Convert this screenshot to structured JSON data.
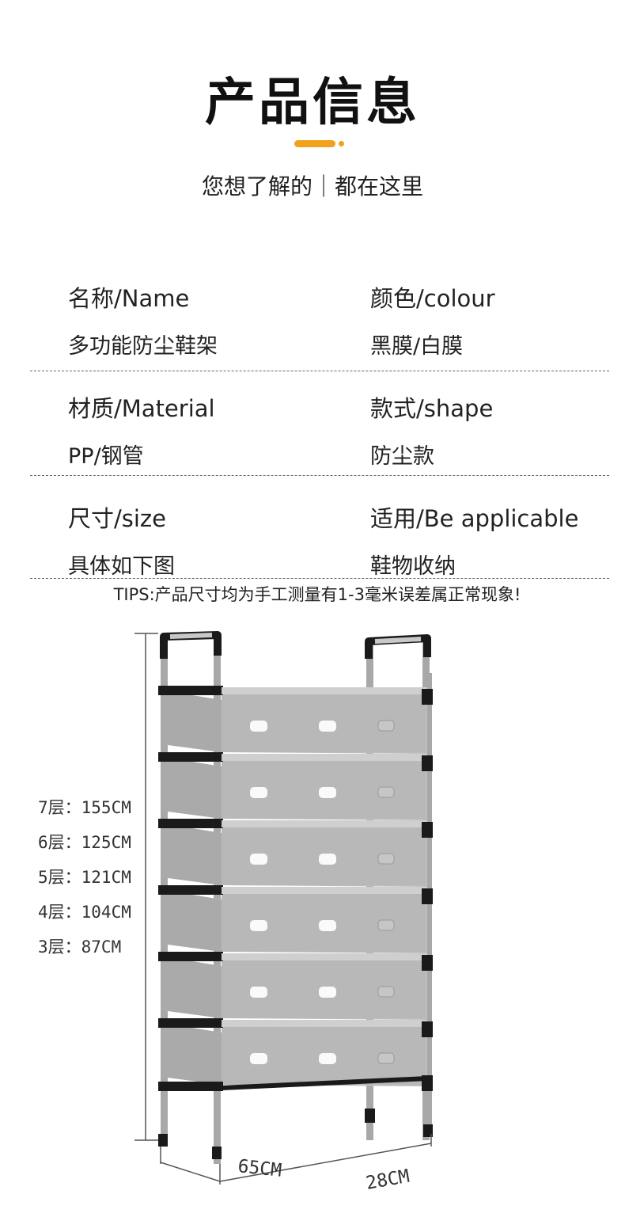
{
  "header": {
    "title": "产品信息",
    "subtitle": "您想了解的｜都在这里",
    "accent_color": "#f0a21c"
  },
  "specs": [
    {
      "label": "名称/Name",
      "value": "多功能防尘鞋架"
    },
    {
      "label": "颜色/colour",
      "value": "黑膜/白膜"
    },
    {
      "label": "材质/Material",
      "value": "PP/钢管"
    },
    {
      "label": "款式/shape",
      "value": "防尘款"
    },
    {
      "label": "尺寸/size",
      "value": "具体如下图"
    },
    {
      "label": "适用/Be applicable",
      "value": "鞋物收纳"
    }
  ],
  "tips": "TIPS:产品尺寸均为手工测量有1-3毫米误差属正常现象!",
  "dimensions": {
    "heights": [
      "7层：155CM",
      "6层：125CM",
      "5层：121CM",
      "4层：104CM",
      "3层：87CM"
    ],
    "width": "65CM",
    "depth": "28CM"
  },
  "product_image": {
    "icon": "shoe-rack-icon",
    "tiers": 6,
    "frame_color": "#1a1a1a",
    "panel_color": "#b5b5b5"
  }
}
